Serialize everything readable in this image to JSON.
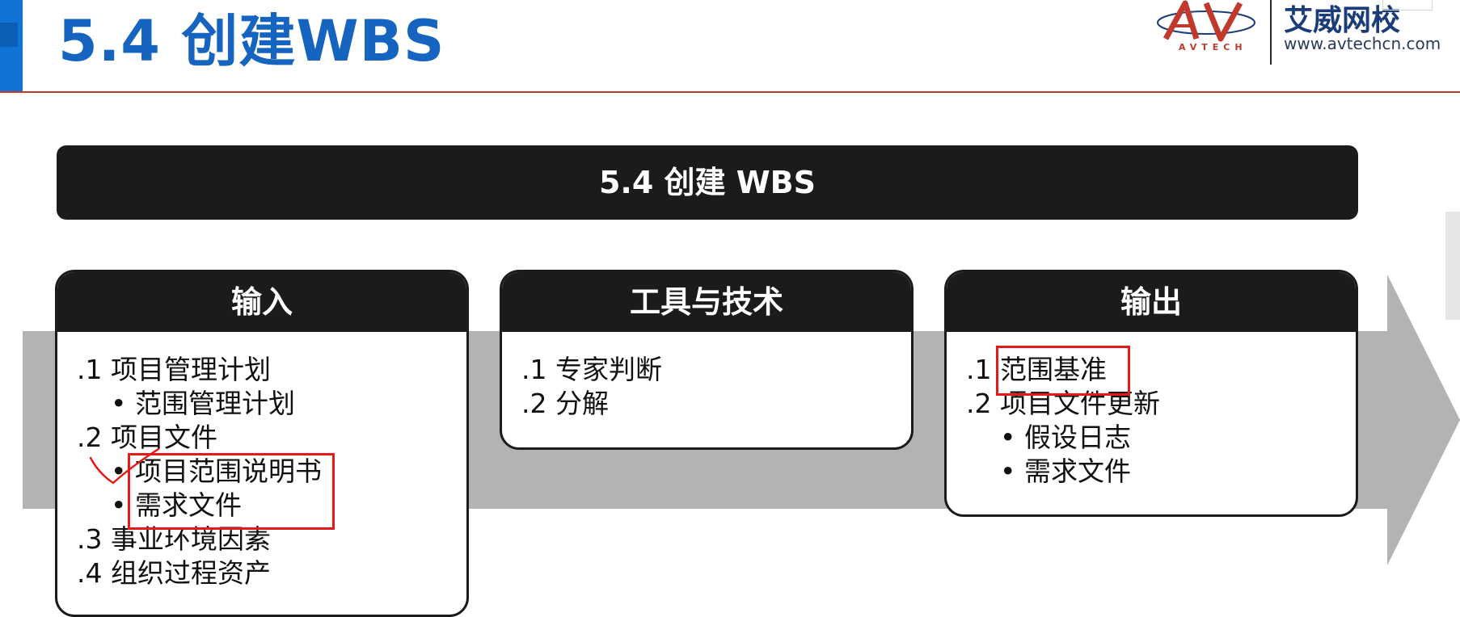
{
  "header": {
    "title": "5.4 创建WBS",
    "logo": {
      "mark": "AV",
      "wordmark": "AVTECH",
      "name": "艾威网校",
      "url": "www.avtechcn.com"
    }
  },
  "process": {
    "title": "5.4  创建 WBS"
  },
  "inputs": {
    "heading": "输入",
    "items": [
      {
        "num": ".1",
        "text": "项目管理计划"
      },
      {
        "num": "",
        "bullet": "•",
        "text": "范围管理计划"
      },
      {
        "num": ".2",
        "text": "项目文件"
      },
      {
        "num": "",
        "bullet": "•",
        "text": "项目范围说明书"
      },
      {
        "num": "",
        "bullet": "•",
        "text": "需求文件"
      },
      {
        "num": ".3",
        "text": "事业环境因素"
      },
      {
        "num": ".4",
        "text": "组织过程资产"
      }
    ]
  },
  "tools": {
    "heading": "工具与技术",
    "items": [
      {
        "num": ".1",
        "text": "专家判断"
      },
      {
        "num": ".2",
        "text": "分解"
      }
    ]
  },
  "outputs": {
    "heading": "输出",
    "items": [
      {
        "num": ".1",
        "text": "范围基准"
      },
      {
        "num": ".2",
        "text": "项目文件更新"
      },
      {
        "num": "",
        "bullet": "•",
        "text": "假设日志"
      },
      {
        "num": "",
        "bullet": "•",
        "text": "需求文件"
      }
    ]
  },
  "colors": {
    "title_blue": "#1565c0",
    "dark": "#1b1b1b",
    "flow_arrow": "#b3b3b3",
    "highlight": "#e41a1a"
  }
}
